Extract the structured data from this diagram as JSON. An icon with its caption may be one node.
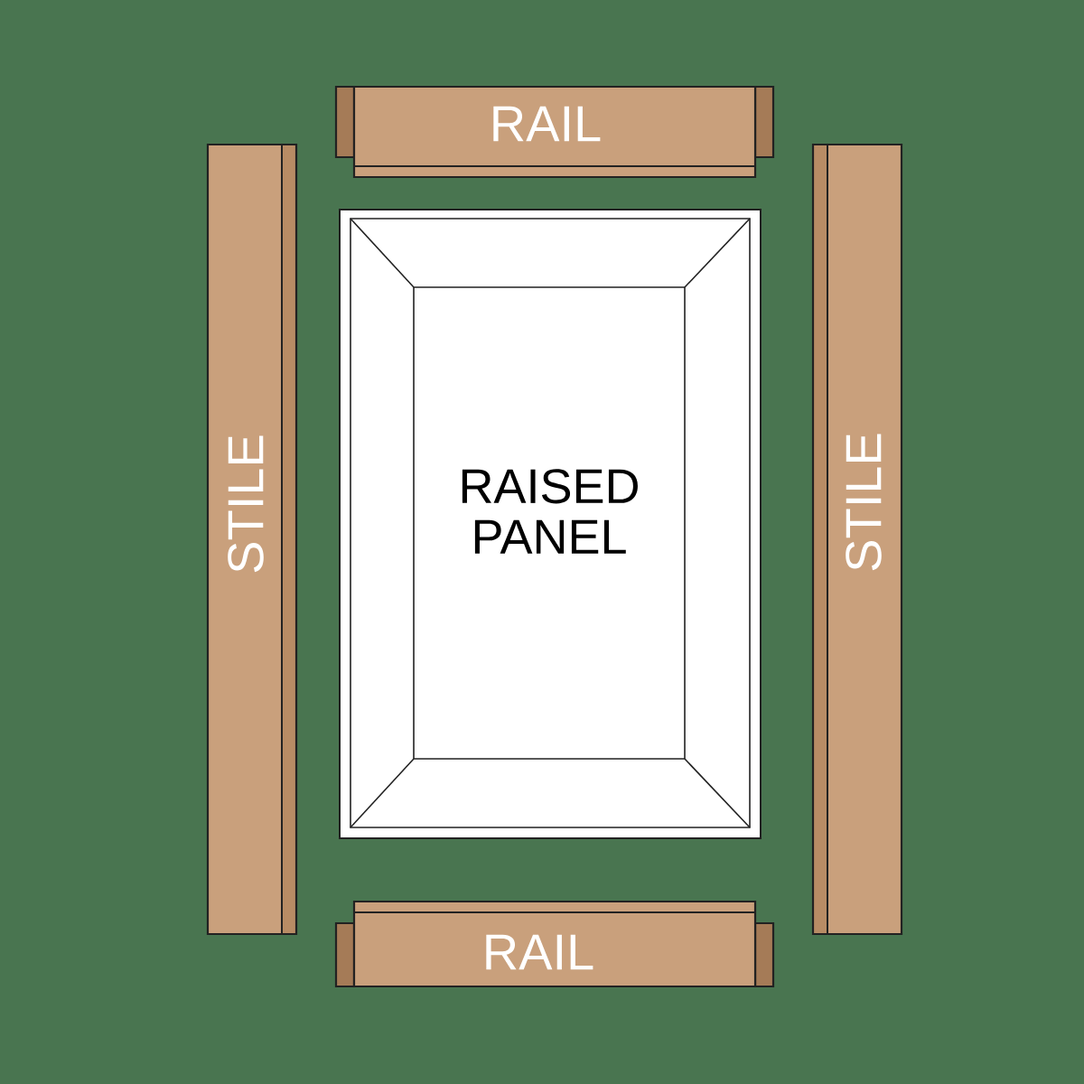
{
  "diagram": {
    "nodes": [
      {
        "text": [
          "RAIL"
        ]
      },
      {
        "text": [
          "STILE"
        ]
      },
      {
        "text": [
          "RAISED PANEL"
        ]
      },
      {
        "text": [
          "STILE"
        ]
      },
      {
        "text": [
          "RAIL"
        ]
      }
    ]
  }
}
